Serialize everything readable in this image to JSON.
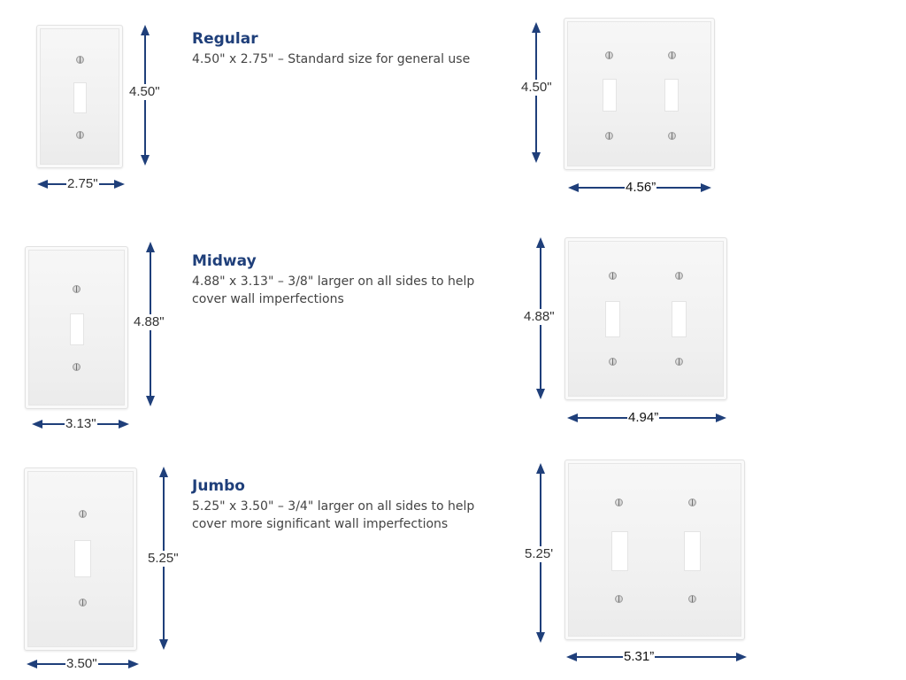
{
  "colors": {
    "accent": "#1f3f7a",
    "text": "#444444",
    "plate": "#f2f2f2"
  },
  "sizes": [
    {
      "name": "Regular",
      "description_lines": [
        "4.50\" x 2.75\" – Standard size for general use"
      ],
      "single_plate": {
        "height_label": "4.50\"",
        "width_label": "2.75\""
      },
      "double_plate": {
        "height_label": "4.50\"",
        "width_label": "4.56”"
      }
    },
    {
      "name": "Midway",
      "description_lines": [
        "4.88\" x 3.13\" – 3/8\" larger on all sides to help",
        "cover wall imperfections"
      ],
      "single_plate": {
        "height_label": "4.88\"",
        "width_label": "3.13\""
      },
      "double_plate": {
        "height_label": "4.88\"",
        "width_label": "4.94”"
      }
    },
    {
      "name": "Jumbo",
      "description_lines": [
        "5.25\" x 3.50\" – 3/4\" larger on all sides to help",
        "cover more significant wall imperfections"
      ],
      "single_plate": {
        "height_label": "5.25\"",
        "width_label": "3.50\""
      },
      "double_plate": {
        "height_label": "5.25'",
        "width_label": "5.31”"
      }
    }
  ]
}
